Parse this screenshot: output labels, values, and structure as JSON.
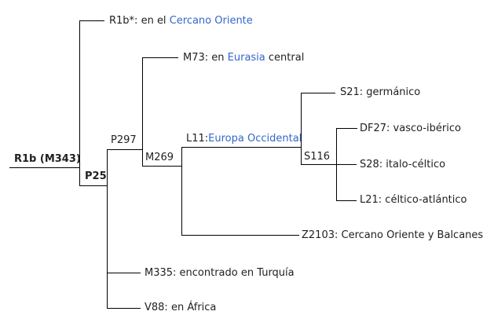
{
  "root": {
    "label": "R1b (M343)"
  },
  "nodes": {
    "p25": "P25",
    "p297": "P297",
    "m269": "M269",
    "l11": "L11:",
    "s116": "S116"
  },
  "leaves": {
    "r1b_star": {
      "prefix": "R1b*: en el ",
      "link": "Cercano Oriente",
      "suffix": ""
    },
    "m73": {
      "prefix": "M73: en ",
      "link": "Eurasia",
      "suffix": " central"
    },
    "l11": {
      "link": "Europa Occidental"
    },
    "s21": "S21: germánico",
    "df27": "DF27: vasco-ibérico",
    "s28": "S28: italo-céltico",
    "l21": "L21: céltico-atlántico",
    "z2103": "Z2103: Cercano Oriente y Balcanes",
    "m335": "M335: encontrado en Turquía",
    "v88": "V88: en África"
  },
  "colors": {
    "line": "#000000",
    "text": "#202122",
    "link": "#3366cc"
  }
}
